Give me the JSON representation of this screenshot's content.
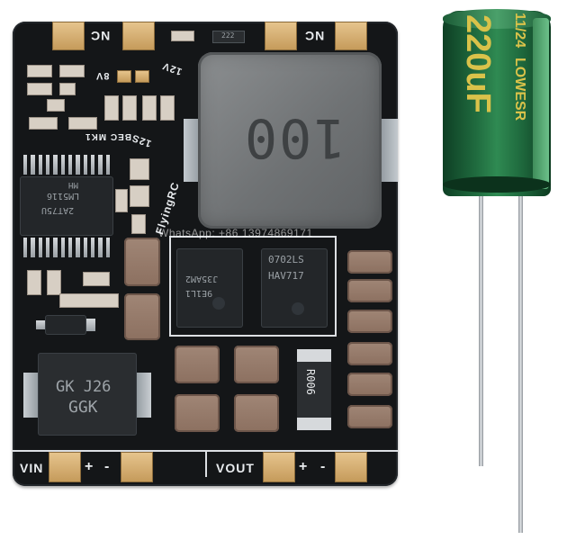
{
  "board": {
    "nc_left": "NC",
    "nc_right": "NC",
    "v8": "8V",
    "v12": "12V",
    "v12s": "12S",
    "bec_label": "BEC MK1",
    "brand": "FlyingRC",
    "vin_label": "VIN",
    "vin_plus": "+",
    "vin_minus": "-",
    "vout_label": "VOUT",
    "vout_plus": "+",
    "vout_minus": "-",
    "small_res_code": "222"
  },
  "components": {
    "inductor_code": "100",
    "controller_line1": "LM5116",
    "controller_line2": "2AT75U",
    "controller_line3": "MH",
    "mosfet_left_line1": "J35AM2",
    "mosfet_left_line2": "9E1L1",
    "mosfet_right_line1": "0702LS",
    "mosfet_right_line2": "HAV717",
    "diode_line1": "GK J26",
    "diode_line2": "GGK",
    "shunt_code": "R006"
  },
  "capacitor": {
    "rating": "220uF",
    "brand": "LOWESR",
    "code": "11/24"
  },
  "watermark": "WhatsApp: +86 13974869171"
}
